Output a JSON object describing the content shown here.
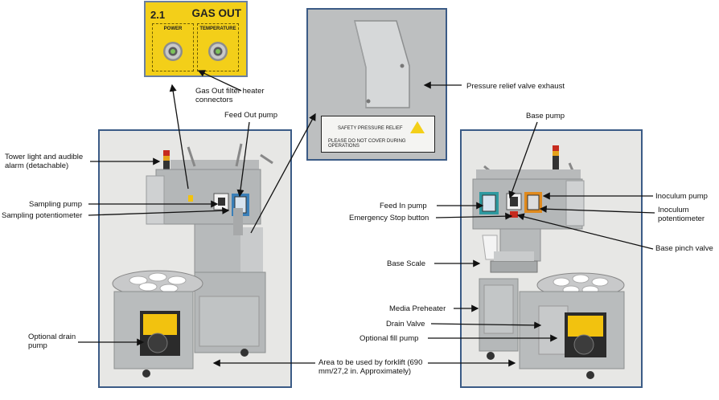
{
  "gas_out": {
    "number": "2.1",
    "title": "GAS OUT",
    "connector_labels": [
      "POWER",
      "TEMPERATURE"
    ]
  },
  "relief": {
    "sign_line1": "SAFETY PRESSURE RELIEF",
    "sign_line2": "PLEASE DO NOT COVER DURING OPERATIONS"
  },
  "labels": {
    "gas_out_heater": "Gas Out filter heater\nconnectors",
    "pressure_relief": "Pressure relief valve exhaust",
    "feed_out_pump": "Feed Out pump",
    "tower_light": "Tower light and audible\nalarm (detachable)",
    "sampling_pump": "Sampling pump",
    "sampling_potentiometer": "Sampling potentiometer",
    "optional_drain_pump": "Optional drain\npump",
    "forklift_area": "Area to be used by forklift (690\nmm/27,2 in. Approximately)",
    "base_pump": "Base pump",
    "feed_in_pump": "Feed In pump",
    "emergency_stop": "Emergency Stop button",
    "inoculum_pump": "Inoculum pump",
    "inoculum_potentiometer": "Inoculum\npotentiometer",
    "base_pinch_valve": "Base pinch valve",
    "base_scale": "Base Scale",
    "media_preheater": "Media Preheater",
    "drain_valve": "Drain Valve",
    "optional_fill_pump": "Optional fill pump"
  },
  "colors": {
    "frame": "#3b5b86",
    "steel": "#c4c6c7",
    "pump_yellow": "#f2c20f",
    "gas_yellow": "#f3cf19"
  }
}
